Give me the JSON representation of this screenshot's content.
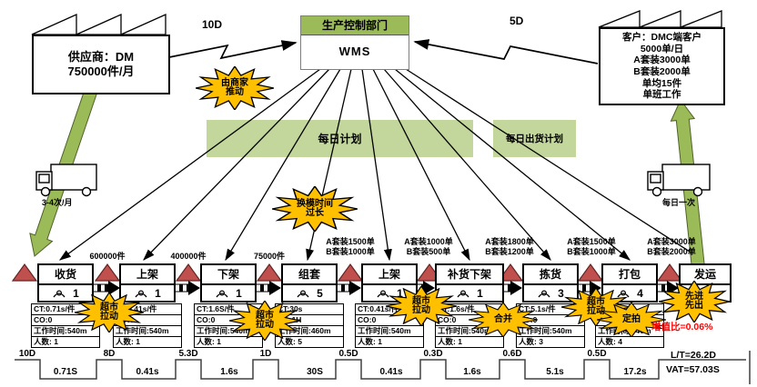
{
  "supplier": {
    "text": "供应商：DM\n750000件/月"
  },
  "customer": {
    "text": "客户：DMC端客户\n5000单/日\nA套装3000单\nB套装2000单\n单均15件\n单班工作"
  },
  "control": {
    "dept": "生产控制部门",
    "system": "WMS"
  },
  "labels": {
    "supplier_lead": "10D",
    "customer_lead": "5D",
    "truck_left": "3-4次/月",
    "truck_right": "每日一次",
    "value_ratio": "增值比=0.06%"
  },
  "plans": {
    "daily": "每日计划",
    "ship": "每日出货计划"
  },
  "bursts": [
    {
      "text": "由商家\n推动"
    },
    {
      "text": "换模时间\n过长"
    },
    {
      "text": "超市\n拉动"
    },
    {
      "text": "超市\n拉动"
    },
    {
      "text": "超市\n拉动"
    },
    {
      "text": "合并"
    },
    {
      "text": "超市\n拉动"
    },
    {
      "text": "定拍"
    },
    {
      "text": "先进\n先出"
    }
  ],
  "inventories": [
    {
      "label": "600000件"
    },
    {
      "label": "400000件"
    },
    {
      "label": "75000件"
    },
    {
      "label": "A套装1500单\nB套装1000单"
    },
    {
      "label": "A套装1000单\nB套装500单"
    },
    {
      "label": "A套装1800单\nB套装1200单"
    },
    {
      "label": "A套装1500单\nB套装1000单"
    },
    {
      "label": "A套装3000单\nB套装2000单"
    }
  ],
  "processes": [
    {
      "name": "收货",
      "operators": "1",
      "ct": "CT:0.71s/件",
      "co": "CO:0",
      "wt": "工作时间:540m",
      "ppl": "人数: 1"
    },
    {
      "name": "上架",
      "operators": "1",
      "ct": "CT:0.41s/件",
      "co": "CO:0",
      "wt": "工作时间:540m",
      "ppl": "人数: 1"
    },
    {
      "name": "下架",
      "operators": "1",
      "ct": "CT:1.6S/件",
      "co": "CO:0",
      "wt": "工作时间:540m",
      "ppl": "人数: 1"
    },
    {
      "name": "组套",
      "operators": "5",
      "ct": "CT:30s",
      "co": "CO:1H",
      "wt": "工作时间:460m",
      "ppl": "人数: 5"
    },
    {
      "name": "上架",
      "operators": "1",
      "ct": "CT:0.41s/件",
      "co": "CO:0",
      "wt": "工作时间:540m",
      "ppl": "人数: 1"
    },
    {
      "name": "补货下架",
      "operators": "1",
      "ct": "CT:1.6s/件",
      "co": "CO:0",
      "wt": "工作时间:540m",
      "ppl": "人数: 1"
    },
    {
      "name": "拣货",
      "operators": "3",
      "ct": "CT:5.1s/件",
      "co": "CO:0",
      "wt": "工作时间:540m",
      "ppl": "人数: 3"
    },
    {
      "name": "打包",
      "operators": "4",
      "ct": "",
      "co": "",
      "wt": "工作时间:540m",
      "ppl": "人数: 4"
    },
    {
      "name": "发运",
      "operators": ""
    }
  ],
  "timeline": {
    "waits": [
      "10D",
      "8D",
      "5.3D",
      "1D",
      "0.5D",
      "0.3D",
      "0.6D",
      "0.5D"
    ],
    "values": [
      "0.71S",
      "0.41s",
      "1.6s",
      "30S",
      "0.41s",
      "1.6s",
      "5.1s",
      "17.2s"
    ],
    "lead": "L/T=26.2D",
    "vat": "VAT=57.03S"
  },
  "colors": {
    "bar_green": "#C3D69B",
    "header_green": "#9BBB59",
    "burst_orange": "#FFC000",
    "triangle_red": "#C0504D",
    "red_text": "#FF0000"
  }
}
